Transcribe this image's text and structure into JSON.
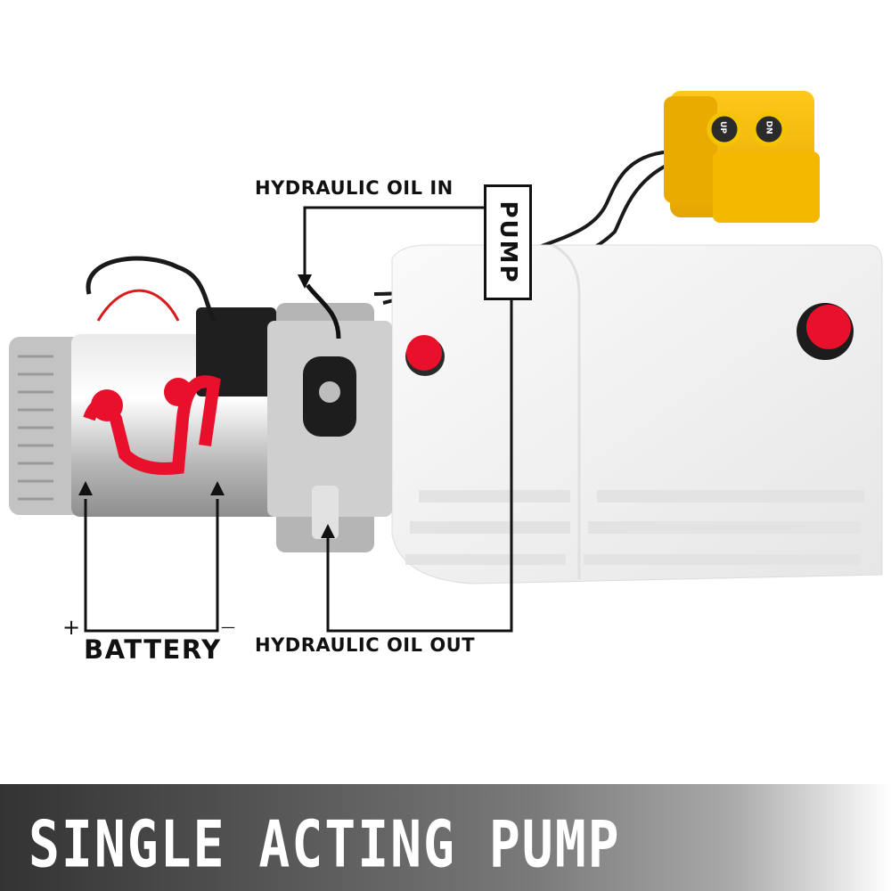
{
  "labels": {
    "oil_in": "HYDRAULIC OIL IN",
    "pump": "PUMP",
    "battery": "BATTERY",
    "battery_plus": "+",
    "battery_minus": "—",
    "oil_out": "HYDRAULIC OIL OUT"
  },
  "controller": {
    "up_button": "UP",
    "down_button": "DN"
  },
  "banner": {
    "title": "SINGLE ACTING PUMP"
  },
  "colors": {
    "controller_yellow": "#f2b705",
    "cap_red": "#e8102a",
    "tank_white": "#f3f3f3",
    "motor_silver": "#c9c9c9",
    "line_black": "#111111"
  }
}
